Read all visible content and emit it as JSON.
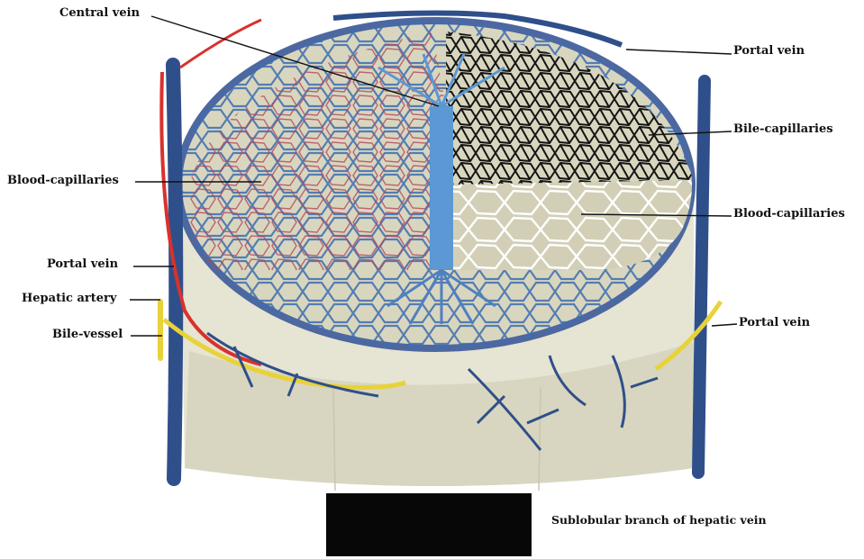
{
  "labels": {
    "central_vein": "Central vein",
    "portal_vein_top": "Portal vein",
    "bile_capillaries": "Bile-capillaries",
    "blood_capillaries_left": "Blood-capillaries",
    "blood_capillaries_right": "Blood-capillaries",
    "portal_vein_left": "Portal vein",
    "hepatic_artery": "Hepatic artery",
    "bile_vessel": "Bile-vessel",
    "portal_vein_right": "Portal vein",
    "sublobular": "Sublobular branch of hepatic vein"
  },
  "colors": {
    "portal_vein": "#2f4f8a",
    "central_vein": "#4f8fd0",
    "hepatic_artery": "#d8322c",
    "bile": "#e8d23a",
    "bile_capillaries": "#1a1a1a",
    "tissue": "#d9d6bf",
    "side_tissue": "#e6e4d2"
  }
}
